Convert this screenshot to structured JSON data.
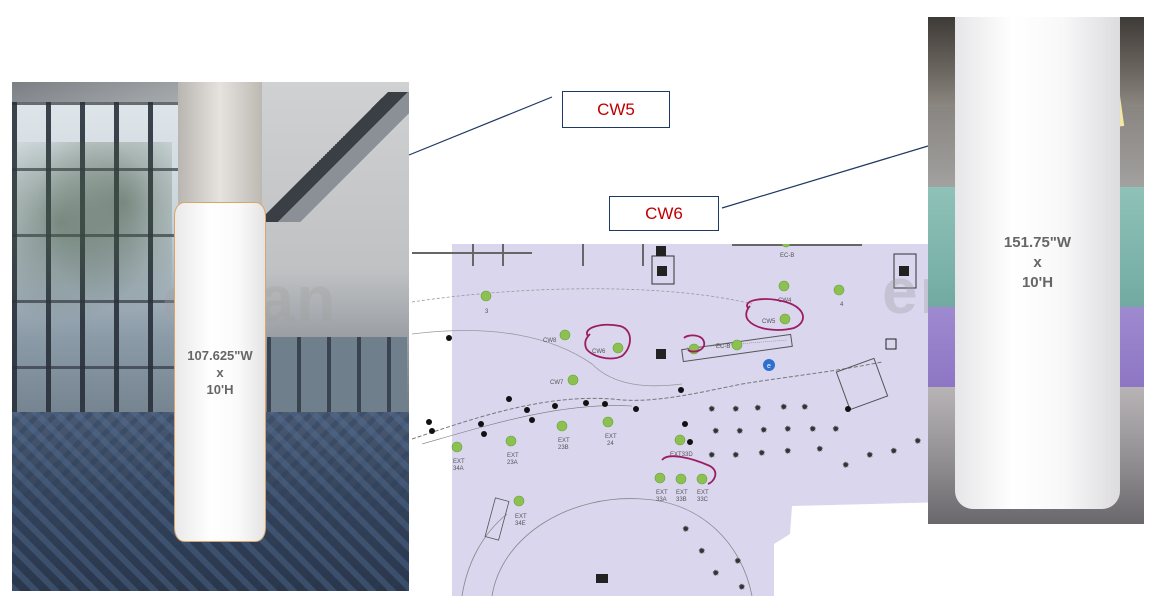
{
  "left_photo": {
    "dimension_lines": [
      "107.625\"W",
      "x",
      "10'H"
    ],
    "watermark": "eman"
  },
  "right_photo": {
    "dimension_lines": [
      "151.75\"W",
      "x",
      "10'H"
    ],
    "watermark": "eman"
  },
  "callouts": [
    {
      "label": "CW5"
    },
    {
      "label": "CW6"
    }
  ],
  "floorplan": {
    "labels": {
      "ec_b_top": "EC-B",
      "cw4": "CW4",
      "num_4": "4",
      "cw5": "CW5",
      "num_3": "3",
      "cw8": "CW8",
      "cw6": "CW6",
      "ec_b": "EC-B",
      "cw7": "CW7",
      "ext_34a": [
        "EXT",
        "34A"
      ],
      "ext_23a": [
        "EXT",
        "23A"
      ],
      "ext_23b": [
        "EXT",
        "23B"
      ],
      "ext_24": [
        "EXT",
        "24"
      ],
      "ext_33d": "EXT33D",
      "ext_33a": [
        "EXT",
        "33A"
      ],
      "ext_33b": [
        "EXT",
        "33B"
      ],
      "ext_33c": [
        "EXT",
        "33C"
      ],
      "ext_34e": [
        "EXT",
        "34E"
      ]
    },
    "colors": {
      "background": "#d9d6ee",
      "marker": "#8cc152",
      "circle_annotation": "#9c1b62",
      "label_red": "#c00000",
      "box_border": "#1f3864"
    }
  }
}
